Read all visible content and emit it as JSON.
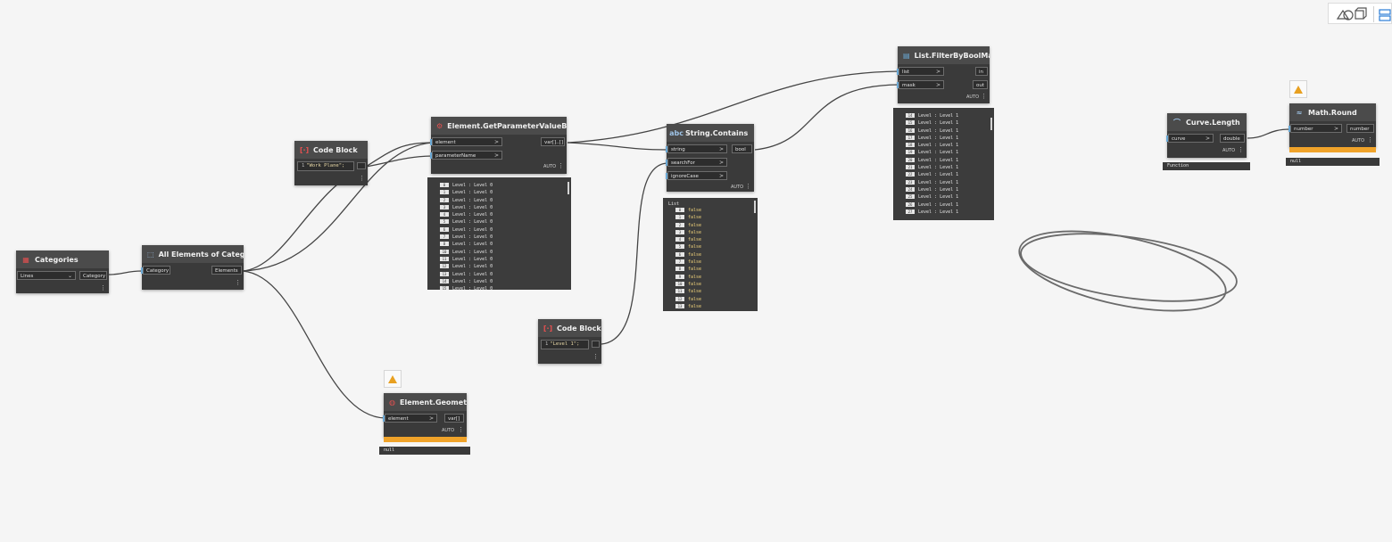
{
  "canvas": {
    "wire_color": "#454545",
    "node_header_color": "#4b4b4b",
    "node_body_color": "#3a3a3a",
    "warning_color": "#f0a32a",
    "port_marker_color": "#6aa9d6"
  },
  "view_switcher": {
    "geometry_icon": "geometry-view-icon",
    "graph_icon": "graph-view-icon"
  },
  "nodes": {
    "categories": {
      "title": "Categories",
      "icon": "categories-icon",
      "dropdown_value": "Lines",
      "output": "Category"
    },
    "all_elements": {
      "title": "All Elements of Category",
      "icon": "all-elements-icon",
      "input": "Category",
      "output": "Elements"
    },
    "code_block_1": {
      "title": "Code Block",
      "icon": "code-block-icon",
      "line_number": "1",
      "code": "\"Work Plane\";"
    },
    "get_param": {
      "title": "Element.GetParameterValueByName",
      "icon": "get-param-icon",
      "inputs": [
        "element",
        "parameterName"
      ],
      "output": "var[]..[]",
      "lacing": "AUTO",
      "preview": [
        {
          "i": "0",
          "v": "Level : Level 0"
        },
        {
          "i": "1",
          "v": "Level : Level 0"
        },
        {
          "i": "2",
          "v": "Level : Level 0"
        },
        {
          "i": "3",
          "v": "Level : Level 0"
        },
        {
          "i": "4",
          "v": "Level : Level 0"
        },
        {
          "i": "5",
          "v": "Level : Level 0"
        },
        {
          "i": "6",
          "v": "Level : Level 0"
        },
        {
          "i": "7",
          "v": "Level : Level 0"
        },
        {
          "i": "8",
          "v": "Level : Level 0"
        },
        {
          "i": "10",
          "v": "Level : Level 0"
        },
        {
          "i": "11",
          "v": "Level : Level 0"
        },
        {
          "i": "12",
          "v": "Level : Level 0"
        },
        {
          "i": "13",
          "v": "Level : Level 0"
        },
        {
          "i": "14",
          "v": "Level : Level 0"
        },
        {
          "i": "15",
          "v": "Level : Level 0"
        }
      ]
    },
    "string_contains": {
      "title": "String.Contains",
      "icon": "string-contains-icon",
      "inputs": [
        "string",
        "searchFor",
        "ignoreCase"
      ],
      "output": "bool",
      "lacing": "AUTO",
      "preview_header": "List",
      "preview": [
        {
          "i": "0",
          "v": "false"
        },
        {
          "i": "1",
          "v": "false"
        },
        {
          "i": "2",
          "v": "false"
        },
        {
          "i": "3",
          "v": "false"
        },
        {
          "i": "4",
          "v": "false"
        },
        {
          "i": "5",
          "v": "false"
        },
        {
          "i": "6",
          "v": "false"
        },
        {
          "i": "7",
          "v": "false"
        },
        {
          "i": "8",
          "v": "false"
        },
        {
          "i": "9",
          "v": "false"
        },
        {
          "i": "10",
          "v": "false"
        },
        {
          "i": "11",
          "v": "false"
        },
        {
          "i": "12",
          "v": "false"
        },
        {
          "i": "13",
          "v": "false"
        }
      ]
    },
    "code_block_2": {
      "title": "Code Block",
      "icon": "code-block-icon",
      "line_number": "1",
      "code": "\"Level 1\";"
    },
    "filter_mask": {
      "title": "List.FilterByBoolMask",
      "icon": "filter-mask-icon",
      "inputs": [
        "list",
        "mask"
      ],
      "outputs": [
        "in",
        "out"
      ],
      "lacing": "AUTO",
      "preview": [
        {
          "i": "14",
          "v": "Level : Level 1"
        },
        {
          "i": "15",
          "v": "Level : Level 1"
        },
        {
          "i": "16",
          "v": "Level : Level 1"
        },
        {
          "i": "17",
          "v": "Level : Level 1"
        },
        {
          "i": "18",
          "v": "Level : Level 1"
        },
        {
          "i": "19",
          "v": "Level : Level 1"
        },
        {
          "i": "20",
          "v": "Level : Level 1"
        },
        {
          "i": "21",
          "v": "Level : Level 1"
        },
        {
          "i": "22",
          "v": "Level : Level 1"
        },
        {
          "i": "23",
          "v": "Level : Level 1"
        },
        {
          "i": "24",
          "v": "Level : Level 1"
        },
        {
          "i": "25",
          "v": "Level : Level 1"
        },
        {
          "i": "26",
          "v": "Level : Level 1"
        },
        {
          "i": "27",
          "v": "Level : Level 1"
        }
      ]
    },
    "element_geometry": {
      "title": "Element.Geometry",
      "icon": "element-geometry-icon",
      "input": "element",
      "output": "var[]",
      "lacing": "AUTO",
      "output_value": "null",
      "warning_icon": "warning-icon"
    },
    "curve_length": {
      "title": "Curve.Length",
      "icon": "curve-length-icon",
      "input": "curve",
      "output": "double",
      "lacing": "AUTO",
      "output_value": "Function"
    },
    "math_round": {
      "title": "Math.Round",
      "icon": "math-round-icon",
      "input": "number",
      "output": "number",
      "lacing": "AUTO",
      "output_value": "null",
      "warning_icon": "warning-icon"
    }
  }
}
